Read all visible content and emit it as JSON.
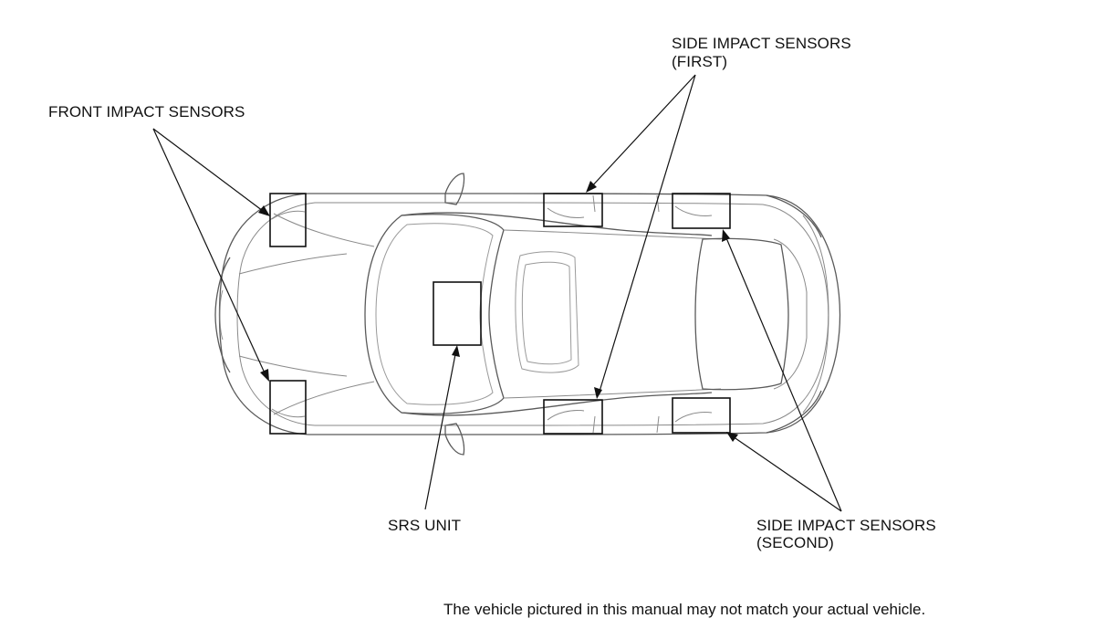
{
  "labels": {
    "front_impact_sensors": "FRONT IMPACT SENSORS",
    "side_impact_first_line1": "SIDE IMPACT SENSORS",
    "side_impact_first_line2": "(FIRST)",
    "srs_unit": "SRS UNIT",
    "side_impact_second_line1": "SIDE IMPACT SENSORS",
    "side_impact_second_line2": "(SECOND)"
  },
  "note": "The vehicle pictured in this manual may not match your actual vehicle.",
  "colors": {
    "ink": "#111111",
    "vehicle_outline": "#5a5a5a",
    "background": "#ffffff"
  }
}
